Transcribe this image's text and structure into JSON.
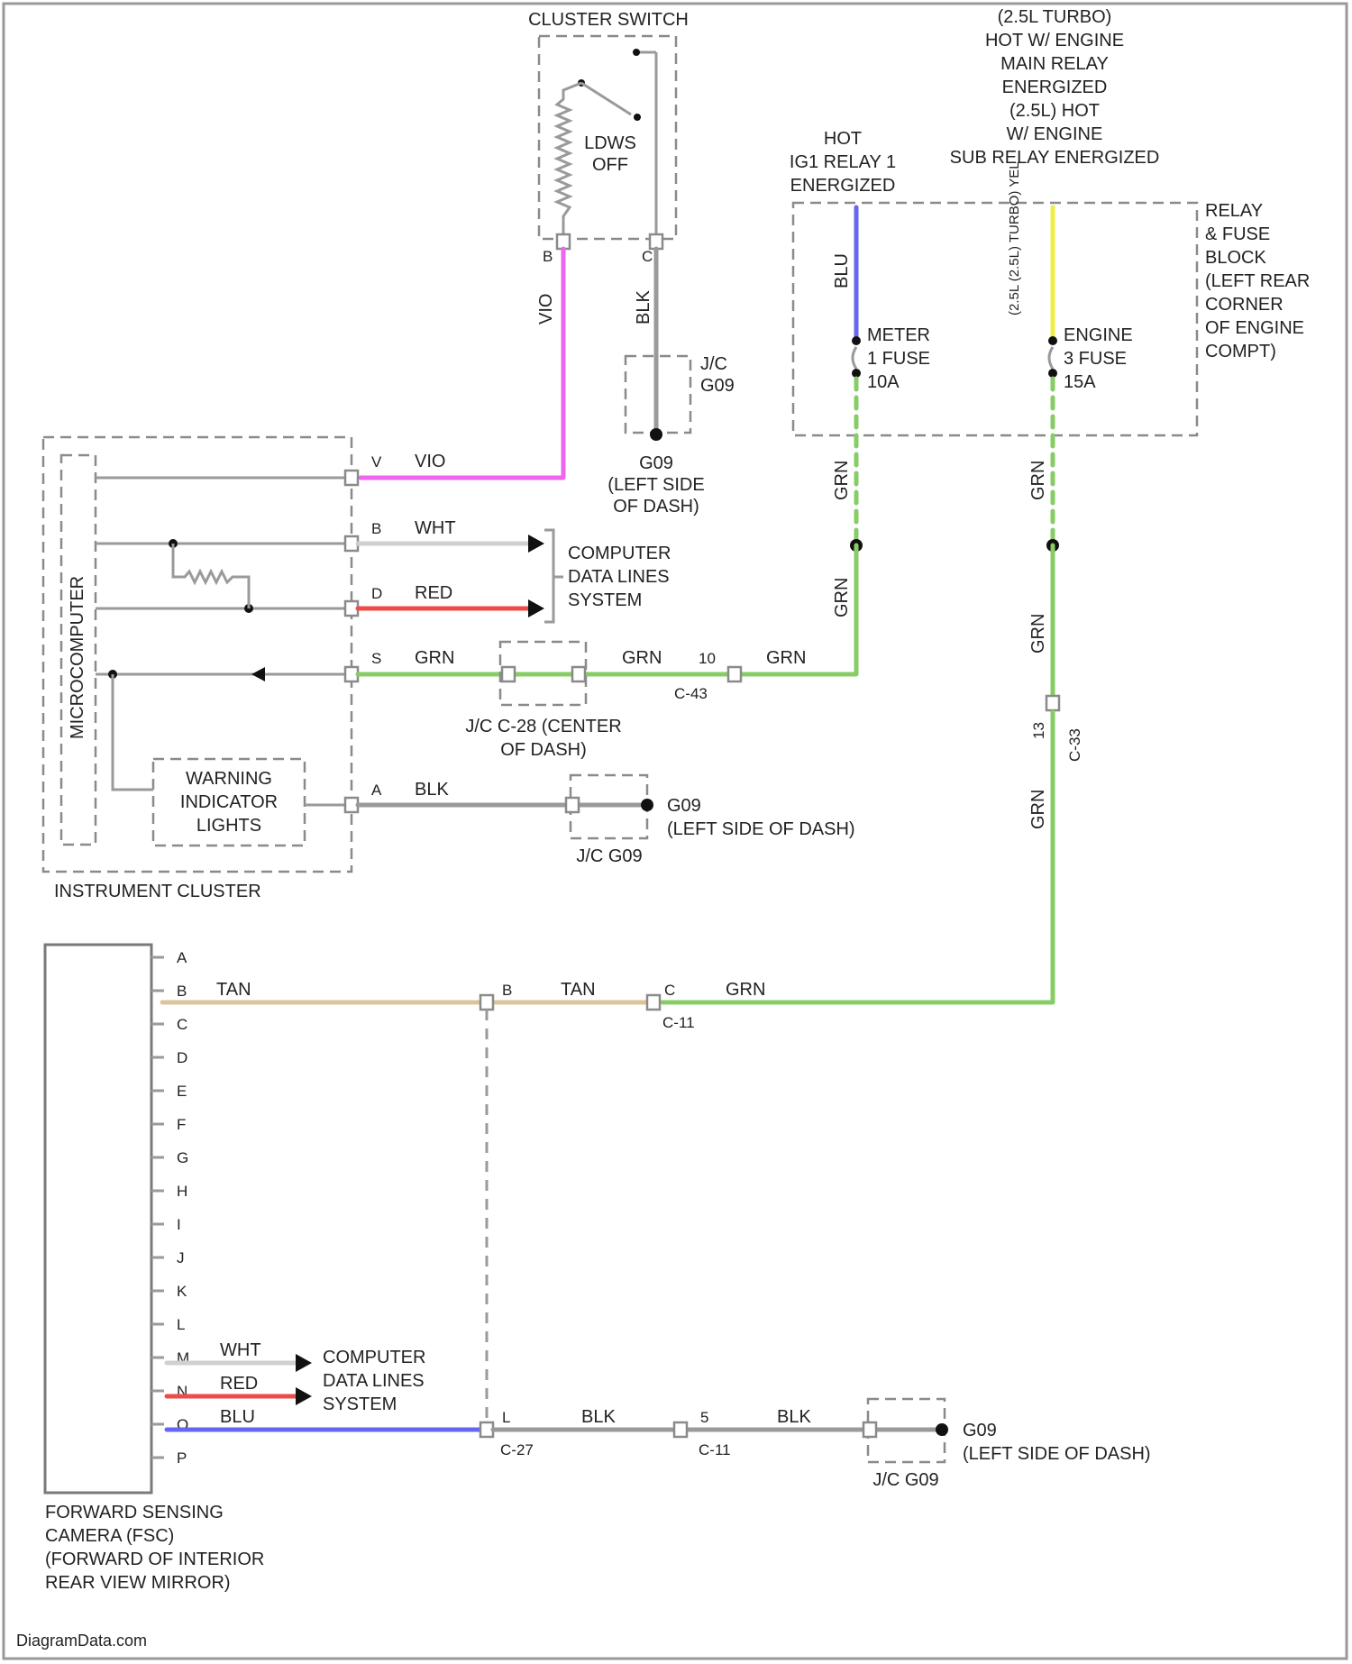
{
  "colors": {
    "vio": "#ee66ee",
    "red": "#ee4b4b",
    "grn": "#88cc66",
    "blu": "#6666ee",
    "yel": "#eeee44",
    "tan": "#dcc49a",
    "blk": "#9a9a9a",
    "wht": "#d0d0d0"
  },
  "components": {
    "cluster_switch": {
      "title": "CLUSTER SWITCH",
      "pos_label": "LDWS\nOFF",
      "pin_b": "B",
      "pin_c": "C"
    },
    "power_25": {
      "text": "(2.5L TURBO)\nHOT W/ ENGINE\nMAIN RELAY\nENERGIZED\n(2.5L) HOT\nW/ ENGINE\nSUB RELAY ENERGIZED"
    },
    "power_ig1": {
      "text": "HOT\nIG1 RELAY 1\nENERGIZED"
    },
    "relay_block": {
      "text": "RELAY\n& FUSE\nBLOCK\n(LEFT REAR\nCORNER\nOF ENGINE\nCOMPT)"
    },
    "meter_fuse": {
      "text": "METER\n1 FUSE\n10A"
    },
    "engine_fuse": {
      "text": "ENGINE\n3 FUSE\n15A"
    },
    "jc_g09_top": {
      "text": "J/C\nG09"
    },
    "ground_g09_top": {
      "text": "G09\n(LEFT SIDE\nOF DASH)"
    },
    "microcomputer": {
      "text": "MICROCOMPUTER"
    },
    "warning_lights": {
      "text": "WARNING\nINDICATOR\nLIGHTS"
    },
    "instrument_cluster": {
      "text": "INSTRUMENT CLUSTER"
    },
    "data_lines_1": {
      "text": "COMPUTER\nDATA LINES\nSYSTEM"
    },
    "jc_c28": {
      "text": "J/C C-28 (CENTER\nOF DASH)"
    },
    "c43": {
      "text": "C-43",
      "pin": "10"
    },
    "jc_g09_mid": {
      "text": "J/C G09"
    },
    "ground_g09_mid": {
      "text": "G09\n(LEFT SIDE OF DASH)"
    },
    "c33": {
      "text": "C-33",
      "pin": "13"
    },
    "c11": {
      "text": "C-11",
      "pin": "C"
    },
    "c27": {
      "text": "C-27",
      "pin": "L"
    },
    "c11b": {
      "text": "C-11",
      "pin": "5"
    },
    "jc_g09_bot": {
      "text": "J/C G09"
    },
    "ground_g09_bot": {
      "text": "G09\n(LEFT SIDE OF DASH)"
    },
    "fsc": {
      "text": "FORWARD SENSING\nCAMERA (FSC)\n(FORWARD OF INTERIOR\nREAR VIEW MIRROR)"
    },
    "data_lines_2": {
      "text": "COMPUTER\nDATA LINES\nSYSTEM"
    }
  },
  "wire_labels": {
    "vio_v": "VIO",
    "blk_switch": "BLK",
    "blu_top": "BLU",
    "yel_top": "(2.5L (2.5L) TURBO) YEL",
    "grn_meter_1": "GRN",
    "grn_meter_2": "GRN",
    "grn_engine_1": "GRN",
    "grn_engine_2": "GRN",
    "grn_engine_3": "GRN",
    "pin_v": "V",
    "v_vio": "VIO",
    "pin_b": "B",
    "b_wht": "WHT",
    "pin_d": "D",
    "d_red": "RED",
    "pin_s": "S",
    "s_grn": "GRN",
    "grn_mid": "GRN",
    "grn_right": "GRN",
    "pin_a": "A",
    "a_blk": "BLK",
    "fsc_b_tan": "TAN",
    "tan_mid": "TAN",
    "grn_c11": "GRN",
    "mid_pin_b": "B",
    "fsc_m_wht": "WHT",
    "fsc_n_red": "RED",
    "fsc_o_blu": "BLU",
    "blk_c27": "BLK",
    "blk_c11": "BLK"
  },
  "fsc_pins": [
    "A",
    "B",
    "C",
    "D",
    "E",
    "F",
    "G",
    "H",
    "I",
    "J",
    "K",
    "L",
    "M",
    "N",
    "O",
    "P"
  ],
  "watermark": "DiagramData.com"
}
